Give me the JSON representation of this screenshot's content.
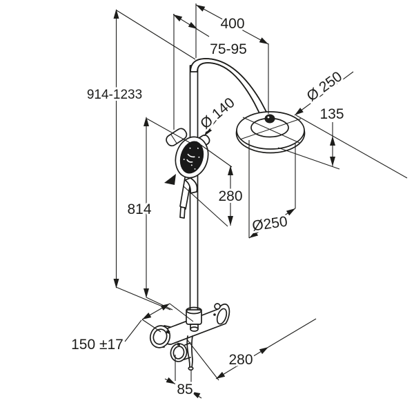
{
  "page": {
    "title": "Shower system technical drawing",
    "background": "#ffffff",
    "line_color": "#1d1d1b"
  },
  "drawing": {
    "type": "dimensioned technical line drawing, oblique projection",
    "subject": "Thermostatic dual shower system: overhead rain shower on riser rail, hand shower with slider, thermostatic mixer valve",
    "labels": {
      "total_height": "914-1233",
      "arm_length": "400",
      "wall_distance": "75-95",
      "head_diameter_upper": "Ø 250",
      "head_height": "135",
      "hand_shower_diameter": "Ø 140",
      "rail_length": "814",
      "hand_shower_length": "280",
      "head_diameter_lower": "Ø250",
      "inlet_spacing": "150 ±17",
      "valve_depth": "280",
      "outlet_offset": "85"
    }
  }
}
